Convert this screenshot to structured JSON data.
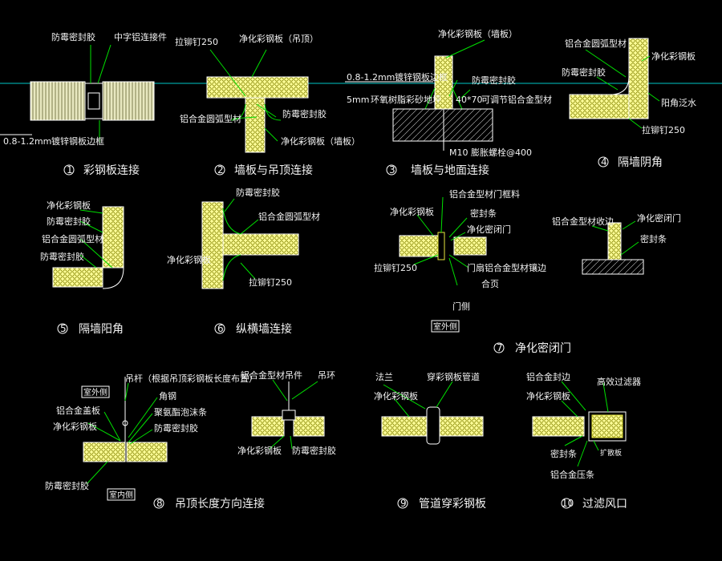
{
  "colors": {
    "background": "#000000",
    "panel_fill": "#ffff99",
    "honeycomb": "#808000",
    "leader": "#00e000",
    "text": "#f2f2f2",
    "axis": "#00c8c8"
  },
  "d1": {
    "caption_num": "1",
    "caption": "彩钢板连接",
    "labels": {
      "sealant": "防霉密封胶",
      "connector": "中字铝连接件",
      "thickness": "0.8-1.2mm",
      "galv": "镀锌钢板边框"
    }
  },
  "d2": {
    "caption_num": "2",
    "caption": "墙板与吊顶连接",
    "labels": {
      "rivet": "拉铆钉250",
      "ceiling": "净化彩钢板（吊顶）",
      "arc": "铝合金圆弧型材",
      "sealant": "防霉密封胶",
      "wall": "净化彩钢板（墙板）"
    }
  },
  "d3": {
    "caption_num": "3",
    "caption": "墙板与地面连接",
    "labels": {
      "wallpanel": "净化彩钢板（墙板）",
      "thickness": "0.8-1.2mm",
      "galv": "镀锌钢板边框",
      "sealant": "防霉密封胶",
      "epoxy_prefix": "5mm",
      "epoxy": "环氧树脂彩砂地坪",
      "profile_size": "40*70",
      "profile": "可调节铝合金型材",
      "bolt": "M10 膨胀螺栓@400"
    }
  },
  "d4": {
    "caption_num": "4",
    "caption": "隔墙阴角",
    "labels": {
      "arc": "铝合金圆弧型材",
      "panel": "净化彩钢板",
      "sealant": "防霉密封胶",
      "yinjiao": "阳角泛水",
      "rivet": "拉铆钉250"
    }
  },
  "d5": {
    "caption_num": "5",
    "caption": "隔墙阳角",
    "labels": {
      "panel": "净化彩钢板",
      "sealant1": "防霉密封胶",
      "arc": "铝合金圆弧型材",
      "sealant2": "防霉密封胶"
    }
  },
  "d6": {
    "caption_num": "6",
    "caption": "纵横墙连接",
    "labels": {
      "sealant": "防霉密封胶",
      "arc": "铝合金圆弧型材",
      "panel": "净化彩钢板",
      "rivet": "拉铆钉250"
    }
  },
  "d7": {
    "caption_num": "7",
    "caption": "净化密闭门",
    "labels": {
      "frame": "铝合金型材门框料",
      "panel": "净化彩钢板",
      "seal": "密封条",
      "door": "净化密闭门",
      "rivet": "拉铆钉250",
      "edge": "门扇铝合金型材镶边",
      "hinge": "合页",
      "side": "门侧",
      "outdoor": "室外侧",
      "trim": "铝合金型材收边",
      "door2": "净化密闭门",
      "seal2": "密封条"
    }
  },
  "d8": {
    "caption_num": "8",
    "caption": "吊顶长度方向连接",
    "labels": {
      "rod": "吊杆（根据吊顶彩钢板长度布置）",
      "outdoor": "室外侧",
      "angle": "角钢",
      "plate": "铝合金盖板",
      "foam": "聚氨酯泡沫条",
      "panel": "净化彩钢板",
      "sealant": "防霉密封胶",
      "sealant_bottom": "防霉密封胶",
      "indoor": "室内侧",
      "hanger": "铝合金型材吊件",
      "ring": "吊环",
      "panel2": "净化彩钢板",
      "sealant2": "防霉密封胶"
    }
  },
  "d9": {
    "caption_num": "9",
    "caption": "管道穿彩钢板",
    "labels": {
      "flange": "法兰",
      "pipe": "穿彩钢板管道",
      "panel": "净化彩钢板"
    }
  },
  "d10": {
    "caption_num": "10",
    "caption": "过滤风口",
    "labels": {
      "edge": "铝合金封边",
      "hepa": "高效过滤器",
      "panel": "净化彩钢板",
      "seal": "密封条",
      "plate": "铝合金压条",
      "guard": "扩散板"
    }
  }
}
